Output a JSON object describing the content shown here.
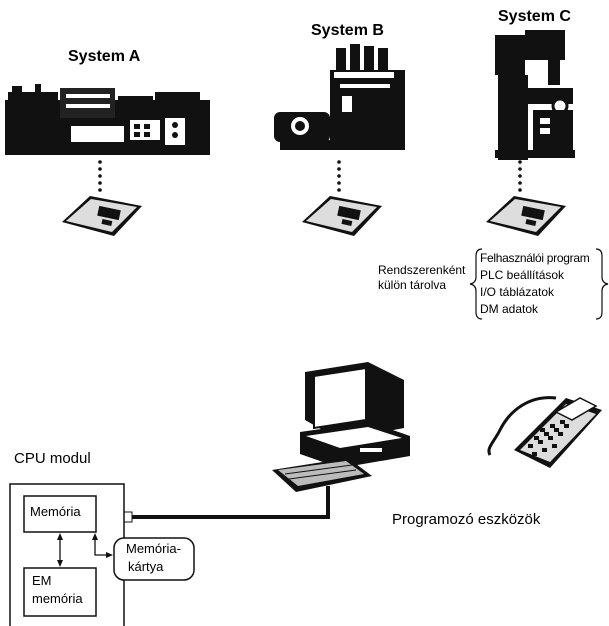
{
  "systems": [
    {
      "label": "System A"
    },
    {
      "label": "System B"
    },
    {
      "label": "System C"
    }
  ],
  "storage_note": {
    "label_line1": "Rendszerenként",
    "label_line2": "külön tárolva",
    "items": [
      "Felhasználói program",
      "PLC beállítások",
      "I/O táblázatok",
      "DM adatok"
    ]
  },
  "cpu": {
    "title": "CPU modul",
    "memory": "Memória",
    "em_line1": "EM",
    "em_line2": "memória",
    "card_line1": "Memória-",
    "card_line2": "kártya"
  },
  "programming_tools": "Programozó eszközök"
}
